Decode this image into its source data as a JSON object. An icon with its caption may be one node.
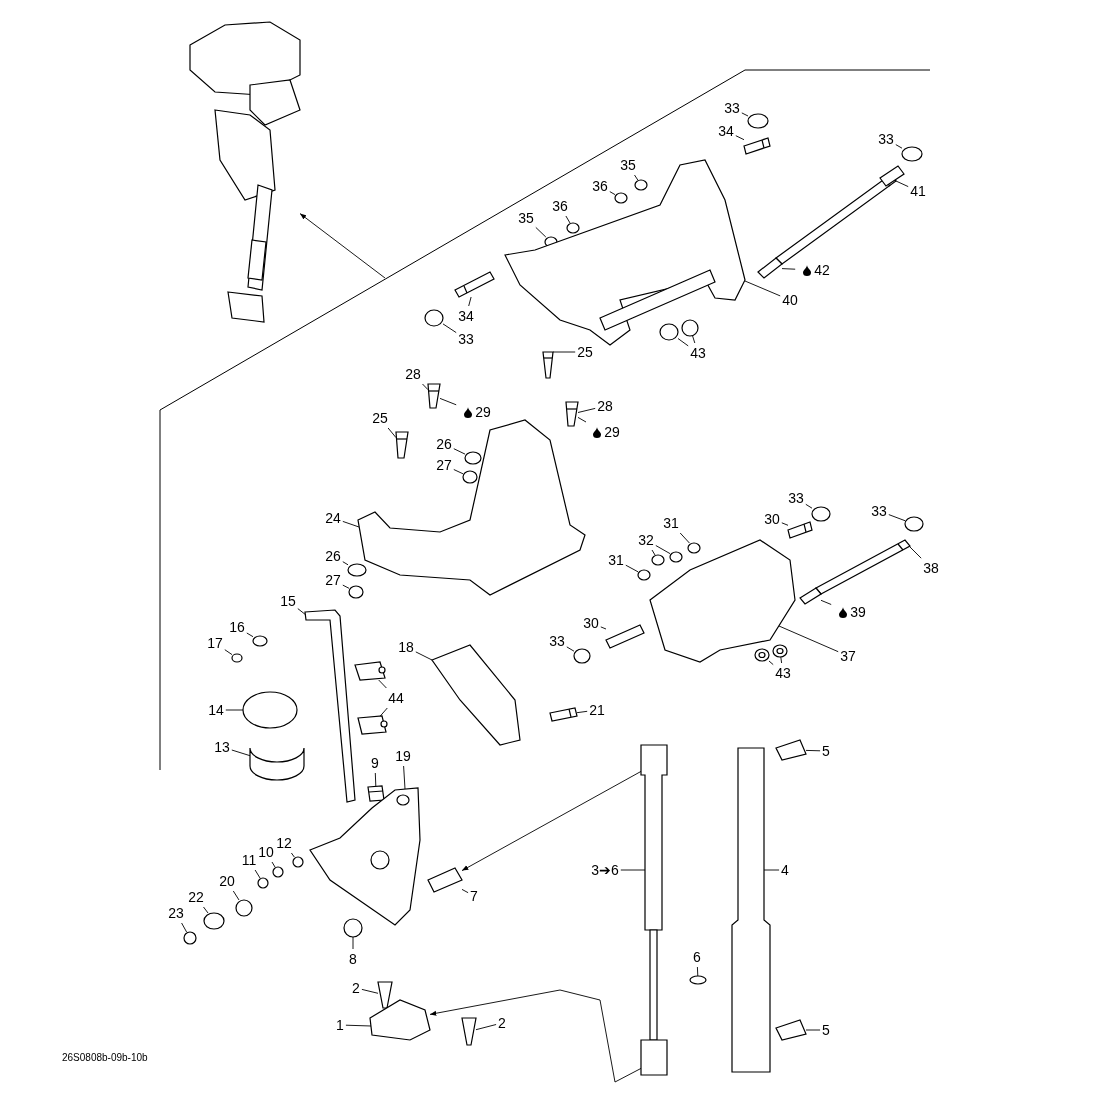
{
  "diagram": {
    "nodes": [
      {
        "text": [
          "33"
        ]
      },
      {
        "text": [
          "34"
        ]
      },
      {
        "text": [
          "35"
        ]
      },
      {
        "text": [
          "36"
        ]
      },
      {
        "text": [
          "36"
        ]
      },
      {
        "text": [
          "35"
        ]
      },
      {
        "text": [
          "33"
        ]
      },
      {
        "text": [
          "41"
        ]
      },
      {
        "text": [
          "42"
        ]
      },
      {
        "text": [
          "40"
        ]
      },
      {
        "text": [
          "34"
        ]
      },
      {
        "text": [
          "33"
        ]
      },
      {
        "text": [
          "43"
        ]
      },
      {
        "text": [
          "25"
        ]
      },
      {
        "text": [
          "28"
        ]
      },
      {
        "text": [
          "29"
        ]
      },
      {
        "text": [
          "25"
        ]
      },
      {
        "text": [
          "28"
        ]
      },
      {
        "text": [
          "29"
        ]
      },
      {
        "text": [
          "26"
        ]
      },
      {
        "text": [
          "27"
        ]
      },
      {
        "text": [
          "24"
        ]
      },
      {
        "text": [
          "26"
        ]
      },
      {
        "text": [
          "27"
        ]
      },
      {
        "text": [
          "33"
        ]
      },
      {
        "text": [
          "30"
        ]
      },
      {
        "text": [
          "33"
        ]
      },
      {
        "text": [
          "31"
        ]
      },
      {
        "text": [
          "32"
        ]
      },
      {
        "text": [
          "31"
        ]
      },
      {
        "text": [
          "38"
        ]
      },
      {
        "text": [
          "39"
        ]
      },
      {
        "text": [
          "30"
        ]
      },
      {
        "text": [
          "33"
        ]
      },
      {
        "text": [
          "37"
        ]
      },
      {
        "text": [
          "43"
        ]
      },
      {
        "text": [
          "15"
        ]
      },
      {
        "text": [
          "16"
        ]
      },
      {
        "text": [
          "17"
        ]
      },
      {
        "text": [
          "18"
        ]
      },
      {
        "text": [
          "44"
        ]
      },
      {
        "text": [
          "14"
        ]
      },
      {
        "text": [
          "21"
        ]
      },
      {
        "text": [
          "13"
        ]
      },
      {
        "text": [
          "5"
        ]
      },
      {
        "text": [
          "9"
        ]
      },
      {
        "text": [
          "19"
        ]
      },
      {
        "text": [
          "12"
        ]
      },
      {
        "text": [
          "10"
        ]
      },
      {
        "text": [
          "11"
        ]
      },
      {
        "text": [
          "20"
        ]
      },
      {
        "text": [
          "22"
        ]
      },
      {
        "text": [
          "23"
        ]
      },
      {
        "text": [
          "3➔6"
        ]
      },
      {
        "text": [
          "4"
        ]
      },
      {
        "text": [
          "7"
        ]
      },
      {
        "text": [
          "8"
        ]
      },
      {
        "text": [
          "2"
        ]
      },
      {
        "text": [
          "6"
        ]
      },
      {
        "text": [
          "2"
        ]
      },
      {
        "text": [
          "1"
        ]
      },
      {
        "text": [
          "5"
        ]
      },
      {
        "text": [],
        "shape": "picture"
      },
      {
        "text": [],
        "shape": "picture"
      },
      {
        "text": [],
        "shape": "picture"
      },
      {
        "text": [],
        "shape": "picture"
      },
      {
        "text": [],
        "shape": "picture"
      },
      {
        "text": [],
        "shape": "picture"
      },
      {
        "text": [],
        "shape": "picture"
      },
      {
        "text": [],
        "shape": "picture"
      },
      {
        "text": [],
        "shape": "picture"
      },
      {
        "text": [],
        "shape": "picture"
      },
      {
        "text": [],
        "shape": "picture"
      },
      {
        "text": [],
        "shape": "picture"
      },
      {
        "text": [],
        "shape": "picture"
      },
      {
        "text": [],
        "shape": "picture"
      },
      {
        "text": [],
        "shape": "picture"
      },
      {
        "text": [],
        "shape": "picture"
      },
      {
        "text": [],
        "shape": "picture"
      },
      {
        "text": [],
        "shape": "picture"
      },
      {
        "text": [],
        "shape": "picture"
      },
      {
        "text": [],
        "shape": "picture"
      },
      {
        "text": [],
        "shape": "picture"
      },
      {
        "text": [],
        "shape": "picture"
      },
      {
        "text": [],
        "shape": "picture"
      },
      {
        "text": [],
        "shape": "picture"
      },
      {
        "text": [],
        "shape": "picture"
      },
      {
        "text": [],
        "shape": "picture"
      },
      {
        "text": [],
        "shape": "picture"
      },
      {
        "text": [],
        "shape": "picture"
      },
      {
        "text": [],
        "shape": "picture"
      },
      {
        "text": [],
        "shape": "picture"
      },
      {
        "text": [],
        "shape": "picture"
      },
      {
        "text": [],
        "shape": "picture"
      },
      {
        "text": [],
        "shape": "picture"
      },
      {
        "text": [],
        "shape": "picture"
      },
      {
        "text": [],
        "shape": "picture"
      },
      {
        "text": [],
        "shape": "picture"
      },
      {
        "text": [],
        "shape": "picture"
      },
      {
        "text": [],
        "shape": "picture"
      },
      {
        "text": [],
        "shape": "picture"
      },
      {
        "text": [],
        "shape": "picture"
      },
      {
        "text": [],
        "shape": "picture"
      },
      {
        "text": [],
        "shape": "picture"
      },
      {
        "text": [],
        "shape": "picture"
      },
      {
        "text": [],
        "shape": "picture"
      },
      {
        "text": [],
        "shape": "picture"
      },
      {
        "text": [],
        "shape": "picture"
      },
      {
        "text": [],
        "shape": "picture"
      },
      {
        "text": [],
        "shape": "picture"
      },
      {
        "text": [],
        "shape": "picture"
      },
      {
        "text": [],
        "shape": "picture"
      },
      {
        "text": [],
        "shape": "picture"
      },
      {
        "text": [],
        "shape": "picture"
      },
      {
        "text": [],
        "shape": "picture"
      },
      {
        "text": [],
        "shape": "picture"
      },
      {
        "text": [],
        "shape": "picture"
      },
      {
        "text": [],
        "shape": "picture"
      },
      {
        "text": [],
        "shape": "picture"
      },
      {
        "text": [],
        "shape": "picture"
      },
      {
        "text": [],
        "shape": "picture"
      },
      {
        "text": [],
        "shape": "picture"
      },
      {
        "text": [],
        "shape": "picture"
      },
      {
        "text": [],
        "shape": "picture"
      },
      {
        "text": [],
        "shape": "picture"
      },
      {
        "text": [],
        "shape": "picture"
      },
      {
        "text": [],
        "shape": "picture"
      }
    ],
    "edges": [
      {
        "from": 0,
        "to": 62,
        "arrow": "none"
      },
      {
        "from": 1,
        "to": 63,
        "arrow": "none"
      },
      {
        "from": 2,
        "to": 64,
        "arrow": "none"
      },
      {
        "from": 3,
        "to": 65,
        "arrow": "none"
      },
      {
        "from": 4,
        "to": 66,
        "arrow": "none"
      },
      {
        "from": 5,
        "to": 67,
        "arrow": "none"
      },
      {
        "from": 6,
        "to": 68,
        "arrow": "none"
      },
      {
        "from": 7,
        "to": 69,
        "arrow": "none"
      },
      {
        "from": 8,
        "to": 70,
        "arrow": "none"
      },
      {
        "from": 9,
        "to": 71,
        "arrow": "none"
      },
      {
        "from": 10,
        "to": 72,
        "arrow": "none"
      },
      {
        "from": 11,
        "to": 73,
        "arrow": "none"
      },
      {
        "from": 12,
        "to": 74,
        "arrow": "none"
      },
      {
        "from": 12,
        "to": 75,
        "arrow": "none"
      },
      {
        "from": 13,
        "to": 76,
        "arrow": "none"
      },
      {
        "from": 14,
        "to": 77,
        "arrow": "none"
      },
      {
        "from": 15,
        "to": 77,
        "arrow": "none"
      },
      {
        "from": 16,
        "to": 78,
        "arrow": "none"
      },
      {
        "from": 17,
        "to": 79,
        "arrow": "none"
      },
      {
        "from": 18,
        "to": 79,
        "arrow": "none"
      },
      {
        "from": 19,
        "to": 80,
        "arrow": "none"
      },
      {
        "from": 20,
        "to": 81,
        "arrow": "none"
      },
      {
        "from": 21,
        "to": 82,
        "arrow": "none"
      },
      {
        "from": 22,
        "to": 83,
        "arrow": "none"
      },
      {
        "from": 23,
        "to": 84,
        "arrow": "none"
      },
      {
        "from": 24,
        "to": 85,
        "arrow": "none"
      },
      {
        "from": 25,
        "to": 86,
        "arrow": "none"
      },
      {
        "from": 26,
        "to": 87,
        "arrow": "none"
      },
      {
        "from": 27,
        "to": 88,
        "arrow": "none"
      },
      {
        "from": 28,
        "to": 89,
        "arrow": "none"
      },
      {
        "from": 28,
        "to": 90,
        "arrow": "none"
      },
      {
        "from": 29,
        "to": 91,
        "arrow": "none"
      },
      {
        "from": 30,
        "to": 92,
        "arrow": "none"
      },
      {
        "from": 31,
        "to": 93,
        "arrow": "none"
      },
      {
        "from": 32,
        "to": 94,
        "arrow": "none"
      },
      {
        "from": 33,
        "to": 95,
        "arrow": "none"
      },
      {
        "from": 34,
        "to": 96,
        "arrow": "none"
      },
      {
        "from": 35,
        "to": 97,
        "arrow": "none"
      },
      {
        "from": 35,
        "to": 98,
        "arrow": "none"
      },
      {
        "from": 36,
        "to": 99,
        "arrow": "none"
      },
      {
        "from": 37,
        "to": 100,
        "arrow": "none"
      },
      {
        "from": 38,
        "to": 101,
        "arrow": "none"
      },
      {
        "from": 39,
        "to": 102,
        "arrow": "none"
      },
      {
        "from": 40,
        "to": 103,
        "arrow": "none"
      },
      {
        "from": 40,
        "to": 104,
        "arrow": "none"
      },
      {
        "from": 41,
        "to": 105,
        "arrow": "none"
      },
      {
        "from": 42,
        "to": 106,
        "arrow": "none"
      },
      {
        "from": 43,
        "to": 107,
        "arrow": "none"
      },
      {
        "from": 44,
        "to": 108,
        "arrow": "none"
      },
      {
        "from": 45,
        "to": 109,
        "arrow": "none"
      },
      {
        "from": 46,
        "to": 110,
        "arrow": "none"
      },
      {
        "from": 47,
        "to": 111,
        "arrow": "none"
      },
      {
        "from": 48,
        "to": 112,
        "arrow": "none"
      },
      {
        "from": 49,
        "to": 113,
        "arrow": "none"
      },
      {
        "from": 50,
        "to": 114,
        "arrow": "none"
      },
      {
        "from": 51,
        "to": 115,
        "arrow": "none"
      },
      {
        "from": 52,
        "to": 116,
        "arrow": "none"
      },
      {
        "from": 53,
        "to": 117,
        "arrow": "none"
      },
      {
        "from": 54,
        "to": 118,
        "arrow": "none"
      },
      {
        "from": 55,
        "to": 119,
        "arrow": "none"
      },
      {
        "from": 56,
        "to": 120,
        "arrow": "none"
      },
      {
        "from": 57,
        "to": 121,
        "arrow": "none"
      },
      {
        "from": 58,
        "to": 122,
        "arrow": "none"
      },
      {
        "from": 59,
        "to": 123,
        "arrow": "none"
      },
      {
        "from": 60,
        "to": 124,
        "arrow": "none"
      },
      {
        "from": 61,
        "to": 125,
        "arrow": "none"
      },
      {
        "from": 117,
        "to": 119,
        "arrow": "to"
      },
      {
        "from": 117,
        "to": 124,
        "arrow": "to"
      },
      {
        "from": null,
        "to": 126,
        "arrow": "to"
      }
    ],
    "labels": [
      "26S0808b-09b-10b"
    ]
  }
}
